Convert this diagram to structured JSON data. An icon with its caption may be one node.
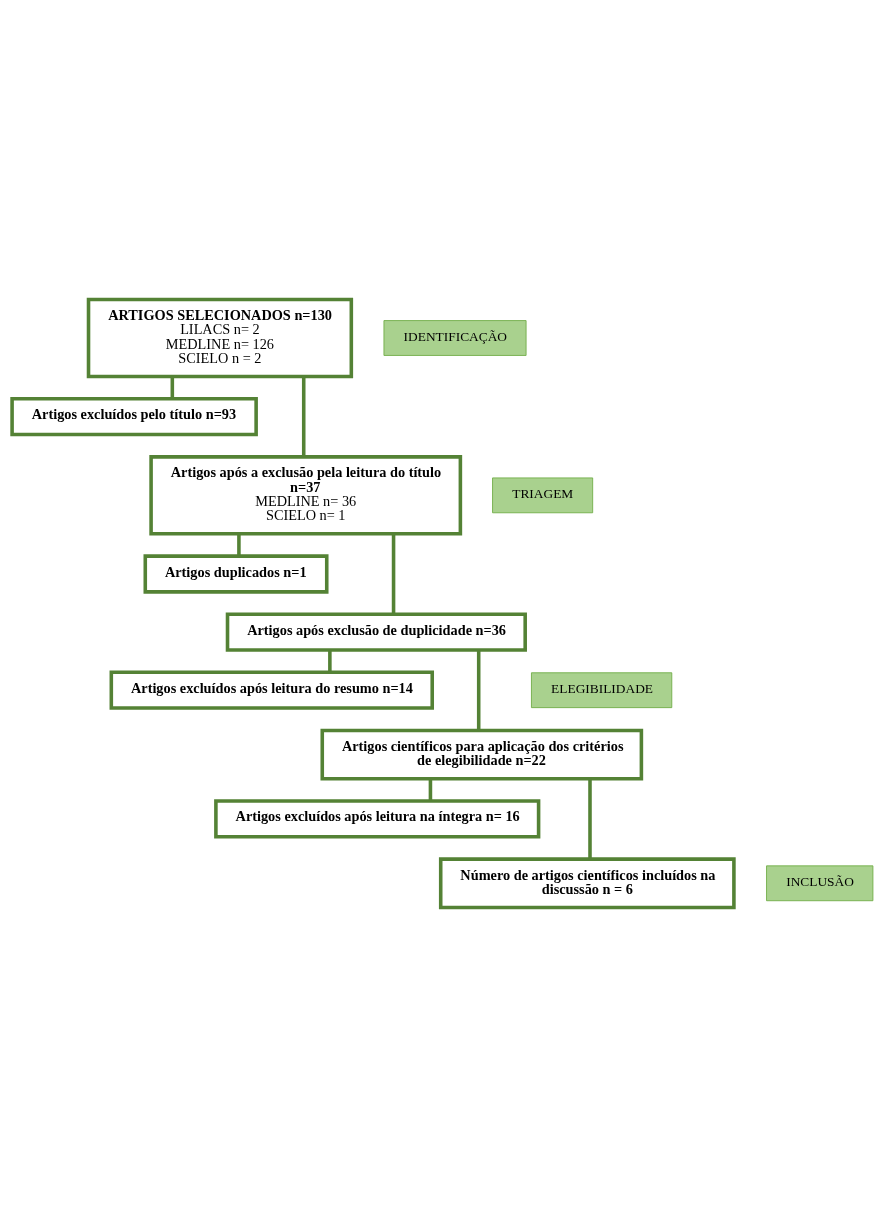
{
  "diagram": {
    "nodes": [
      {
        "text": [
          "ARTIGOS SELECIONADOS n=130",
          "LILACS n= 2",
          "MEDLINE n= 126",
          "SCIELO n = 2"
        ]
      },
      {
        "text": [
          "Artigos excluídos pelo título n=93"
        ]
      },
      {
        "text": [
          "Artigos após a exclusão pela leitura do título n=37",
          "MEDLINE n= 36",
          "SCIELO n= 1"
        ]
      },
      {
        "text": [
          "Artigos duplicados n=1"
        ]
      },
      {
        "text": [
          "Artigos após exclusão de duplicidade n=36"
        ]
      },
      {
        "text": [
          "Artigos excluídos após leitura do resumo n=14"
        ]
      },
      {
        "text": [
          "Artigos científicos para aplicação dos critérios de elegibilidade n=22"
        ]
      },
      {
        "text": [
          "Artigos excluídos após leitura na íntegra n= 16"
        ]
      },
      {
        "text": [
          "Número de artigos científicos incluídos na discussão n = 6"
        ]
      },
      {
        "text": [
          "IDENTIFICAÇÃO"
        ]
      },
      {
        "text": [
          "TRIAGEM"
        ]
      },
      {
        "text": [
          "ELEGIBILIDADE"
        ]
      },
      {
        "text": [
          "INCLUSÃO"
        ]
      }
    ],
    "edges": [
      {
        "from": 0,
        "to": 2,
        "arrow": "none"
      },
      {
        "from": 0,
        "to": 1,
        "arrow": "none"
      },
      {
        "from": 2,
        "to": 4,
        "arrow": "none"
      },
      {
        "from": 2,
        "to": 3,
        "arrow": "none"
      },
      {
        "from": 4,
        "to": 6,
        "arrow": "none"
      },
      {
        "from": 4,
        "to": 5,
        "arrow": "none"
      },
      {
        "from": 6,
        "to": 8,
        "arrow": "none"
      },
      {
        "from": 6,
        "to": 7,
        "arrow": "none"
      }
    ]
  }
}
